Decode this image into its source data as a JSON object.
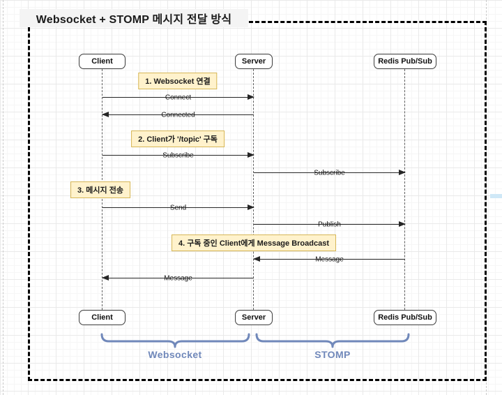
{
  "title": "Websocket + STOMP 메시지 전달 방식",
  "participants": {
    "client": "Client",
    "server": "Server",
    "redis": "Redis Pub/Sub"
  },
  "notes": [
    {
      "label": "1. Websocket 연결"
    },
    {
      "label": "2. Client가 '/topic' 구독"
    },
    {
      "label": "3. 메시지 전송"
    },
    {
      "label": "4. 구독 중인 Client에게 Message Broadcast"
    }
  ],
  "messages": [
    {
      "label": "Connect",
      "from": "Client",
      "to": "Server"
    },
    {
      "label": "Connected",
      "from": "Server",
      "to": "Client"
    },
    {
      "label": "Subscribe",
      "from": "Client",
      "to": "Server"
    },
    {
      "label": "Subscribe",
      "from": "Server",
      "to": "Redis Pub/Sub"
    },
    {
      "label": "Send",
      "from": "Client",
      "to": "Server"
    },
    {
      "label": "Publish",
      "from": "Server",
      "to": "Redis Pub/Sub"
    },
    {
      "label": "Message",
      "from": "Redis Pub/Sub",
      "to": "Server"
    },
    {
      "label": "Message",
      "from": "Server",
      "to": "Client"
    }
  ],
  "groups": [
    {
      "label": "Websocket"
    },
    {
      "label": "STOMP"
    }
  ],
  "colors": {
    "brace_blue": "#7088ba",
    "note_fill": "#fff2cc",
    "note_border": "#d6b656",
    "frame_black": "#000000"
  }
}
